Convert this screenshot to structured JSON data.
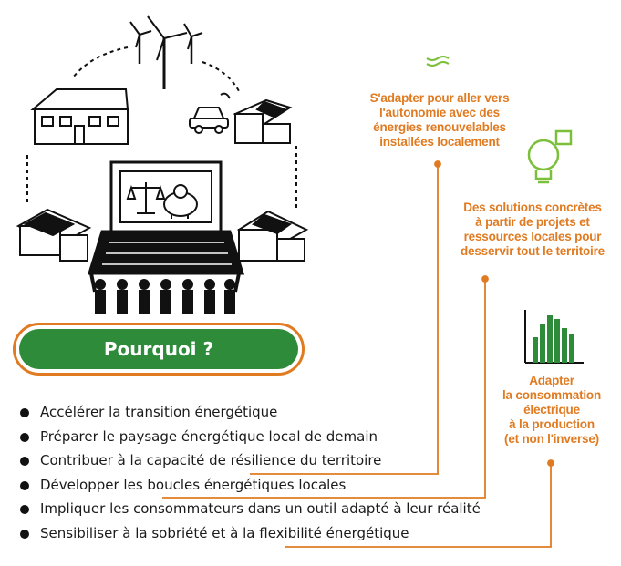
{
  "pourquoi_label": "Pourquoi ?",
  "bullets": [
    "Accélérer la transition énergétique",
    "Préparer le paysage énergétique local de demain",
    "Contribuer à la capacité de résilience du territoire",
    "Développer les boucles énergétiques locales",
    "Impliquer les consommateurs dans un outil adapté à leur réalité",
    "Sensibiliser à la sobriété et à la flexibilité énergétique"
  ],
  "callouts": {
    "c1": [
      "S'adapter pour aller vers",
      "l'autonomie avec des",
      "énergies renouvelables",
      "installées localement"
    ],
    "c2": [
      "Des solutions concrètes",
      "à partir de projets et",
      "ressources locales pour",
      "desservir tout le territoire"
    ],
    "c3": [
      "Adapter",
      "la consommation",
      "électrique",
      "à la production",
      "(et non l'inverse)"
    ]
  },
  "colors": {
    "orange": "#e07b22",
    "green": "#2e8b3a",
    "light_green": "#8cc63f",
    "dark": "#111111"
  },
  "icons": [
    "wind-turbines-icon",
    "house-icon",
    "electric-car-icon",
    "laptop-icon",
    "scales-icon",
    "piggy-bank-icon",
    "people-icon",
    "sun-waves-icon",
    "lightbulb-puzzle-icon",
    "bar-chart-icon"
  ]
}
